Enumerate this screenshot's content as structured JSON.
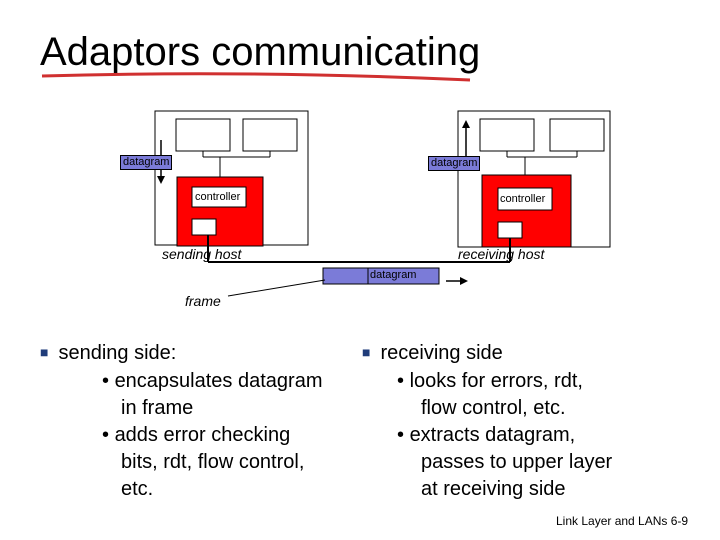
{
  "title": "Adaptors communicating",
  "diagram": {
    "datagram_label": "datagram",
    "controller_label": "controller",
    "sending_host_label": "sending host",
    "receiving_host_label": "receiving host",
    "frame_label": "frame"
  },
  "left": {
    "heading": "sending side:",
    "items": [
      "encapsulates datagram",
      "in frame",
      "adds error checking",
      "bits, rdt, flow control,",
      "etc."
    ]
  },
  "right": {
    "heading": "receiving side",
    "items": [
      "looks for errors, rdt,",
      "flow control, etc.",
      "extracts datagram,",
      "passes to upper layer",
      "at receiving side"
    ]
  },
  "footer": "Link Layer and LANs 6-9",
  "colors": {
    "controller": "#ff0000",
    "datagram_box": "#7b7bd8",
    "title_underline": "#d03030",
    "bullet": "#1f3c7a"
  }
}
